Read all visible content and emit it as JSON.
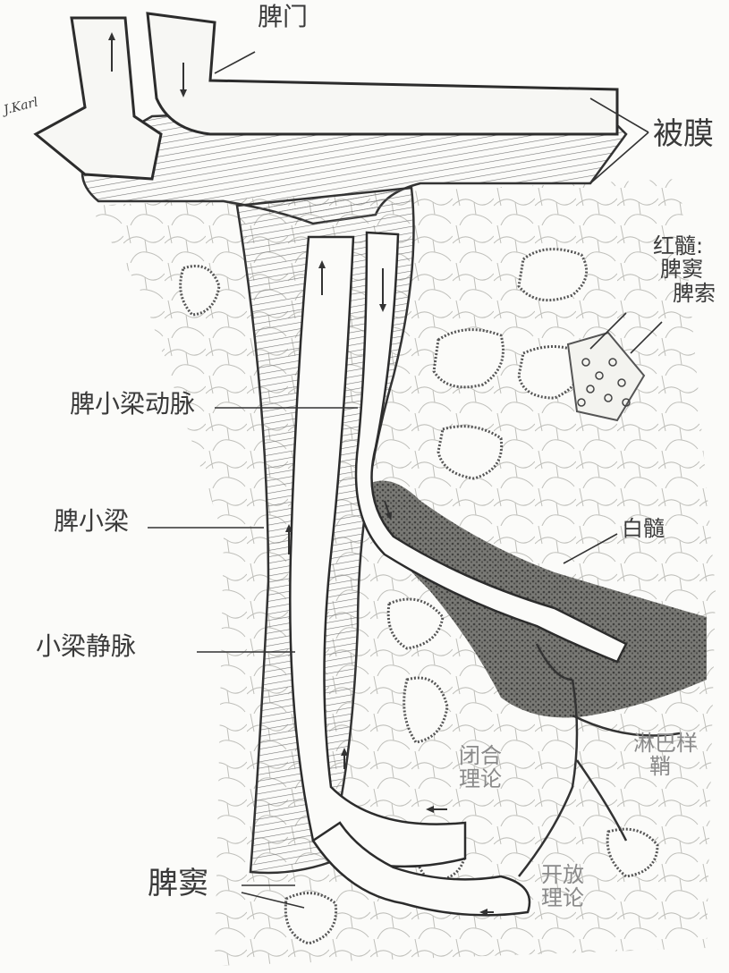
{
  "labels": {
    "hilum": "脾门",
    "capsule": "被膜",
    "red_pulp": "红髓:",
    "red_pulp_sinus": "脾窦",
    "red_pulp_cord": "脾索",
    "trabecular_artery": "脾小梁动脉",
    "trabecula": "脾小梁",
    "trabecular_vein": "小梁静脉",
    "white_pulp": "白髓",
    "closed_circulation_1": "闭合",
    "closed_circulation_2": "理论",
    "lymph_1": "淋巴样",
    "lymph_2": "鞘",
    "open_circulation_1": "开放",
    "open_circulation_2": "理论",
    "sinus_bottom": "脾窦",
    "signature": "J.Karl"
  }
}
